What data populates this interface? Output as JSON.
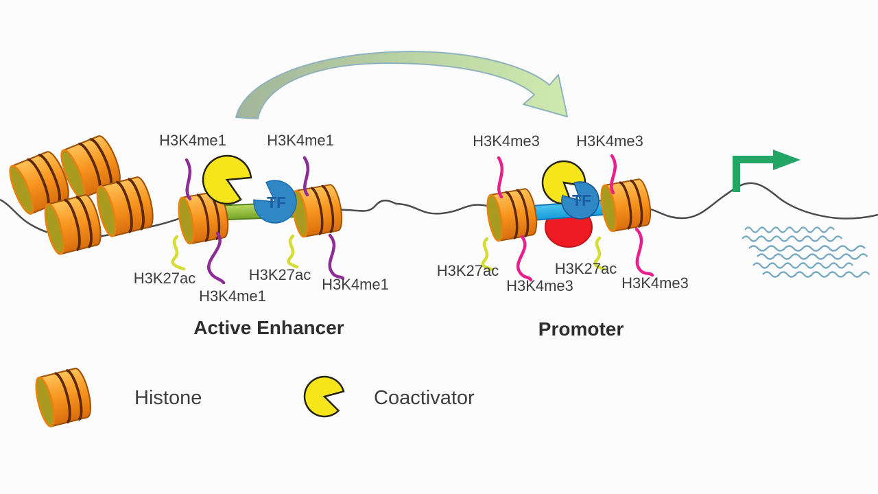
{
  "figure": {
    "enhancer": {
      "title": "Active Enhancer",
      "tf_label": "TF",
      "top_marks": [
        {
          "label": "H3K4me1"
        },
        {
          "label": "H3K4me1"
        }
      ],
      "bottom_marks": [
        {
          "label": "H3K27ac"
        },
        {
          "label": "H3K4me1"
        },
        {
          "label": "H3K27ac"
        },
        {
          "label": "H3K4me1"
        }
      ]
    },
    "promoter": {
      "title": "Promoter",
      "tf_label": "TF",
      "top_marks": [
        {
          "label": "H3K4me3"
        },
        {
          "label": "H3K4me3"
        }
      ],
      "bottom_marks": [
        {
          "label": "H3K27ac"
        },
        {
          "label": "H3K4me3"
        },
        {
          "label": "H3K27ac"
        },
        {
          "label": "H3K4me3"
        }
      ]
    },
    "legend": {
      "histone_label": "Histone",
      "coactivator_label": "Coactivator"
    },
    "colors": {
      "histone_orange": "#f7941e",
      "histone_face_olive": "#a89b20",
      "enhancer_bar_green": "#8dc63f",
      "promoter_bar_cyan": "#29abe2",
      "tf_blue": "#2f87c3",
      "tf_text_blue": "#1b5ca3",
      "coactivator_yellow": "#f5e51a",
      "polymerase_red": "#ee1b23",
      "h3k4me1_tail_purple": "#8e2d96",
      "h3k4me3_tail_magenta": "#ea1f8e",
      "h3k27ac_tail_yellowgreen": "#d5dd35",
      "tss_arrow_green": "#23a566",
      "rna_wave_blue": "#78aac4",
      "dna_line_gray": "#4a4a4a"
    }
  }
}
